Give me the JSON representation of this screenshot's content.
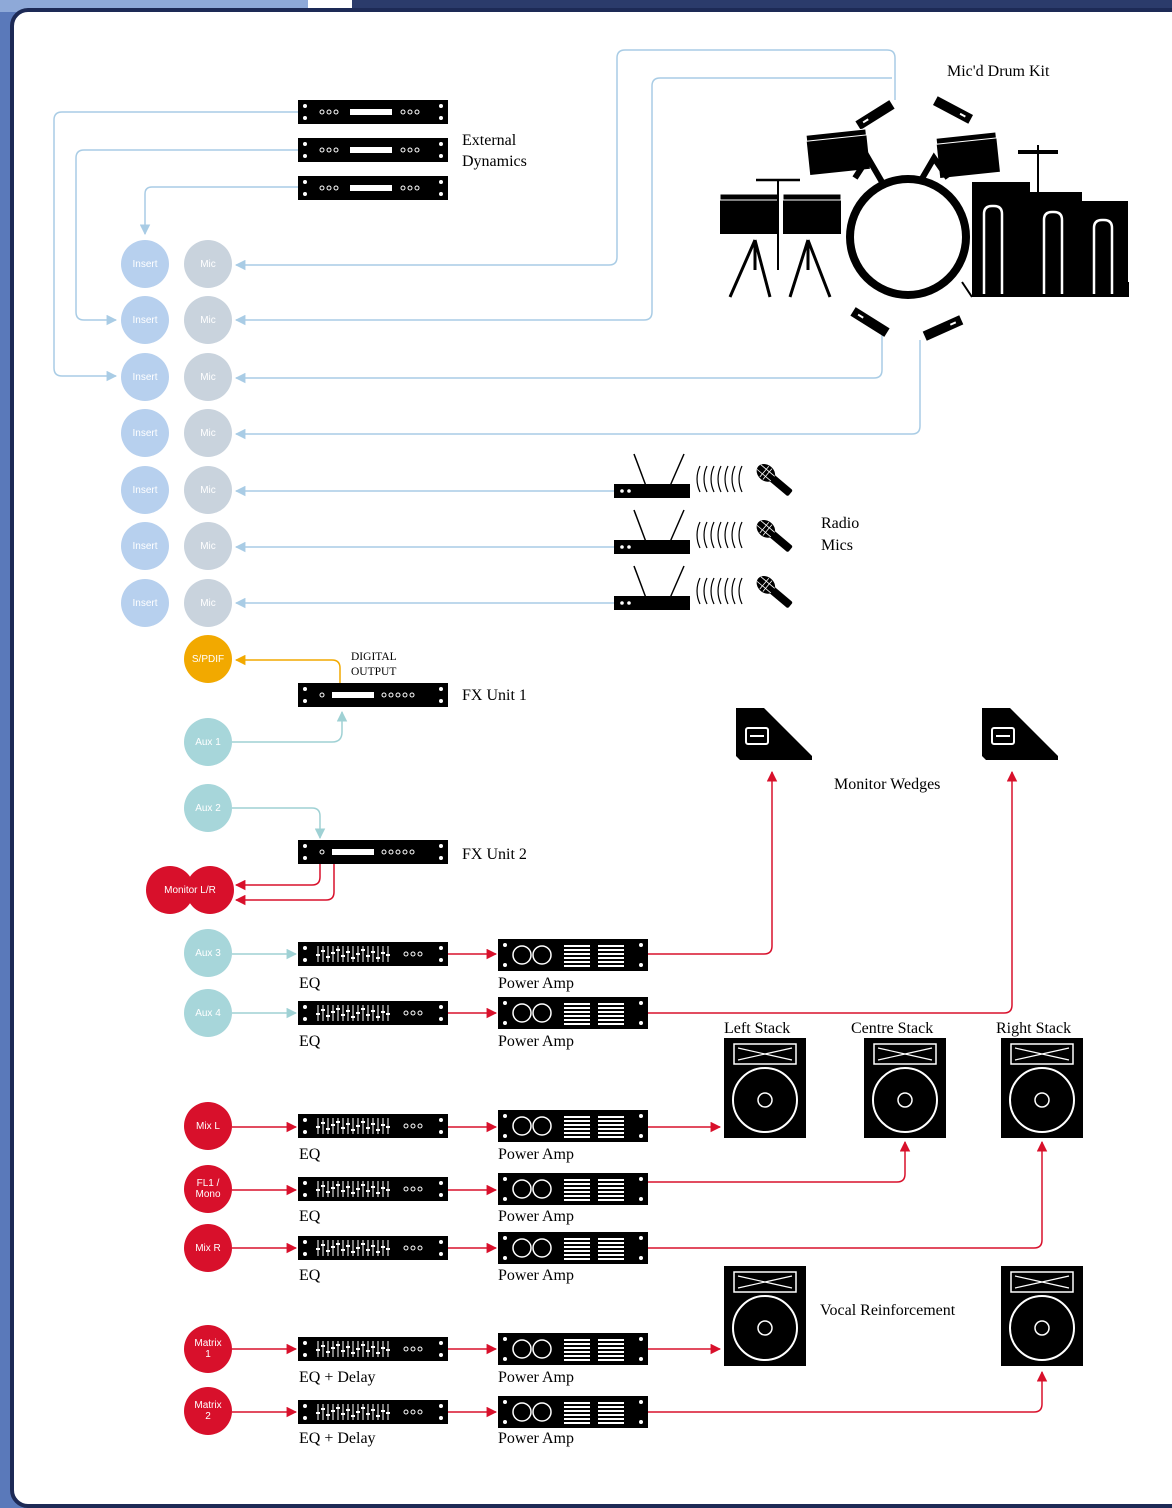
{
  "colors": {
    "insert": "#b7d0ee",
    "mic": "#c9d3dd",
    "spdif": "#f2a900",
    "aux": "#a7d6da",
    "red": "#d8102b",
    "mic_line": "#a9cce5",
    "aux_line": "#9fd1d4",
    "red_line": "#d8102b",
    "orange_line": "#f2a900",
    "frame": "#1d2a56",
    "background": "#5a79ba"
  },
  "inputs": {
    "insert_label": "Insert",
    "mic_label": "Mic",
    "spdif_label": "S/PDIF",
    "aux": [
      "Aux 1",
      "Aux 2",
      "Aux 3",
      "Aux 4"
    ],
    "monitor_lr": "Monitor L/R",
    "mix_l": "Mix L",
    "fl1_mono": [
      "FL1 /",
      "Mono"
    ],
    "mix_r": "Mix R",
    "matrix1": [
      "Matrix",
      "1"
    ],
    "matrix2": [
      "Matrix",
      "2"
    ]
  },
  "labels": {
    "external_dynamics": [
      "External",
      "Dynamics"
    ],
    "drum_kit": "Mic'd Drum Kit",
    "radio_mics": [
      "Radio",
      "Mics"
    ],
    "digital_output": [
      "DIGITAL",
      "OUTPUT"
    ],
    "fx_unit_1": "FX Unit 1",
    "fx_unit_2": "FX Unit 2",
    "monitor_wedges": "Monitor Wedges",
    "eq": "EQ",
    "eq_delay": "EQ + Delay",
    "power_amp": "Power Amp",
    "left_stack": "Left Stack",
    "centre_stack": "Centre Stack",
    "right_stack": "Right Stack",
    "vocal_reinforcement": "Vocal Reinforcement"
  },
  "icons": [
    "rack-dynamics-icon",
    "drum-kit-icon",
    "mic-icon",
    "radio-receiver-icon",
    "handheld-mic-icon",
    "fx-unit-icon",
    "eq-icon",
    "power-amp-icon",
    "monitor-wedge-icon",
    "speaker-stack-icon"
  ]
}
